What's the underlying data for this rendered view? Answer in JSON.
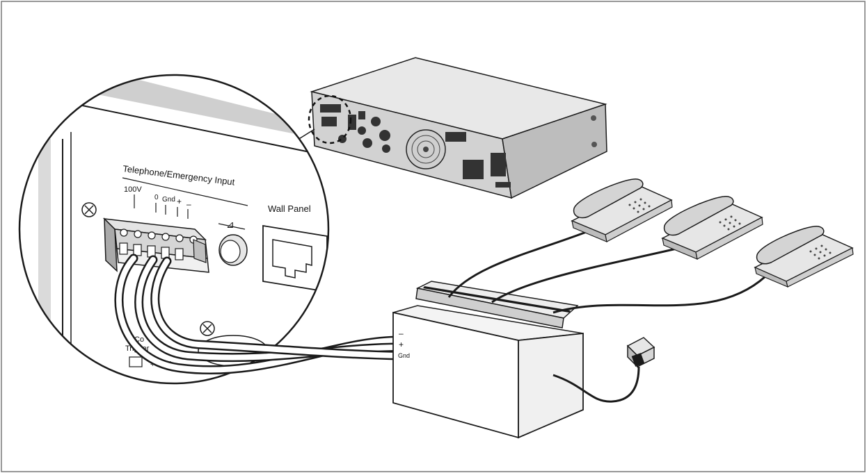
{
  "diagram": {
    "panel_labels": {
      "section_title": "Telephone/Emergency Input",
      "voltage_100v": "100V",
      "terminal_0": "0",
      "terminal_gnd": "Gnd",
      "terminal_plus": "+",
      "terminal_minus": "–",
      "wall_panel": "Wall Panel",
      "trigger_partial_1": "Co",
      "trigger_partial_2": "Trigger",
      "trigger_terminals": "+ Gnd -"
    },
    "interface_box_labels": {
      "minus": "–",
      "plus": "+",
      "gnd": "Gnd"
    },
    "colors": {
      "line": "#1a1a1a",
      "device_fill": "#e0e0e0",
      "device_dark": "#9a9a9a",
      "background": "#ffffff"
    }
  }
}
